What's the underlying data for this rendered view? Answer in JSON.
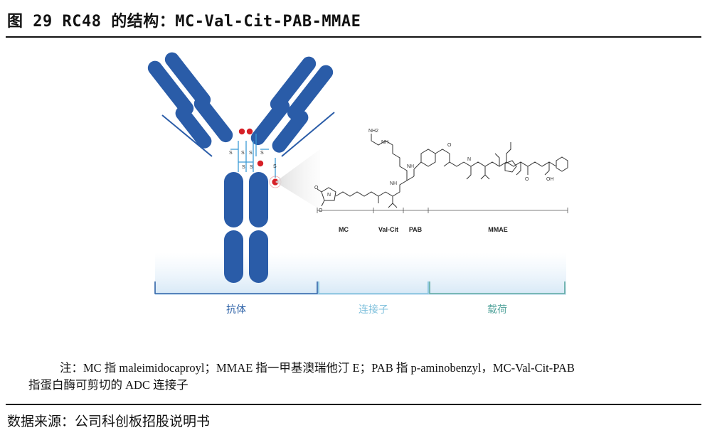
{
  "figure_title": "图 29 RC48 的结构：MC-Val-Cit-PAB-MMAE",
  "diagram": {
    "segments": [
      "MC",
      "Val-Cit",
      "PAB",
      "MMAE"
    ],
    "zones": [
      {
        "label": "抗体",
        "color": "#2f63a8"
      },
      {
        "label": "连接子",
        "color": "#7fc0dc"
      },
      {
        "label": "载荷",
        "color": "#5aa7a0"
      }
    ],
    "atom_labels": {
      "nh2": "NH2",
      "nh": "NH",
      "o": "O",
      "n": "N",
      "oh": "OH",
      "s": "S"
    },
    "colors": {
      "antibody": "#2a5ca8",
      "payload_dot": "#d62027",
      "linker_line": "#3b9bd5"
    }
  },
  "note": {
    "line1": "注：MC 指 maleimidocaproyl；MMAE 指一甲基澳瑞他汀 E；PAB 指 p-aminobenzyl，MC-Val-Cit-PAB",
    "line2": "指蛋白酶可剪切的 ADC 连接子"
  },
  "source": "数据来源：公司科创板招股说明书"
}
